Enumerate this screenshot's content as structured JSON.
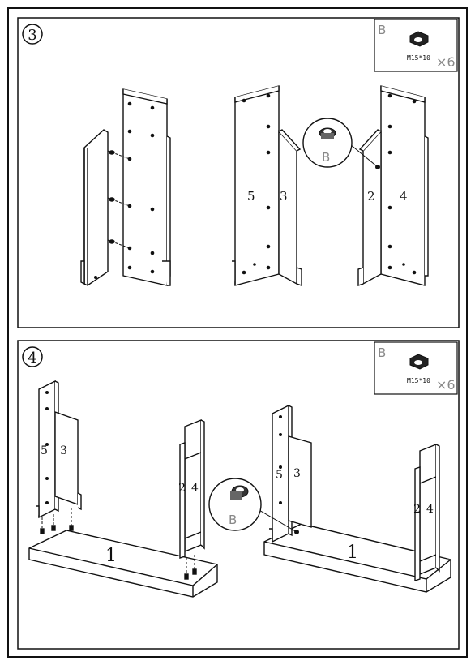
{
  "steps": [
    {
      "number": "3",
      "parts_box": {
        "letter": "B",
        "code": "M15*10",
        "qty": "×6"
      },
      "assembly_labels": [
        "5",
        "3",
        "2",
        "4"
      ],
      "callout": "B"
    },
    {
      "number": "4",
      "parts_box": {
        "letter": "B",
        "code": "M15*10",
        "qty": "×6"
      },
      "assembly_labels": [
        "5",
        "3",
        "2",
        "4",
        "1",
        "5",
        "3",
        "2",
        "4",
        "1"
      ],
      "callout": "B"
    }
  ]
}
